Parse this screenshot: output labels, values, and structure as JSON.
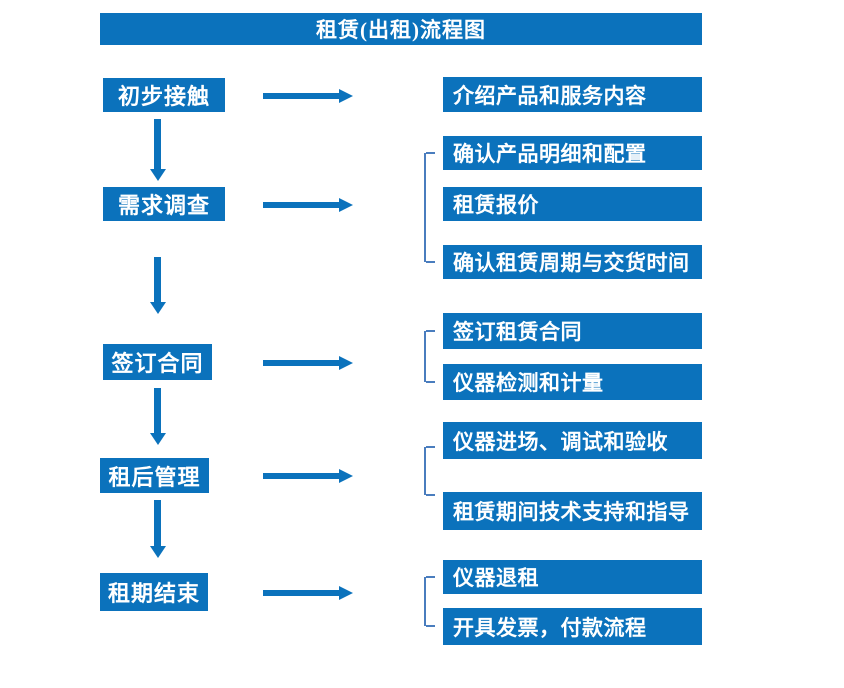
{
  "title": "租赁(出租)流程图",
  "colors": {
    "primary_blue": "#0b72bc",
    "bracket_blue": "#4a7dbe",
    "text_white": "#ffffff",
    "background": "#ffffff"
  },
  "stages": [
    {
      "label": "初步接触",
      "outputs": [
        "介绍产品和服务内容"
      ]
    },
    {
      "label": "需求调查",
      "outputs": [
        "确认产品明细和配置",
        "租赁报价",
        "确认租赁周期与交货时间"
      ]
    },
    {
      "label": "签订合同",
      "outputs": [
        "签订租赁合同",
        "仪器检测和计量"
      ]
    },
    {
      "label": "租后管理",
      "outputs": [
        "仪器进场、调试和验收",
        "租赁期间技术支持和指导"
      ]
    },
    {
      "label": "租期结束",
      "outputs": [
        "仪器退租",
        "开具发票，付款流程"
      ]
    }
  ]
}
